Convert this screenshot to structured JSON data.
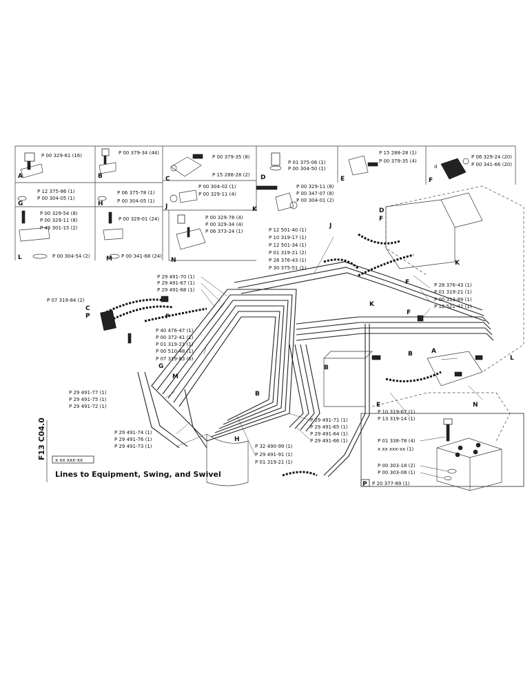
{
  "drawing": {
    "sheet_code": "F13 C04.0",
    "ref_code": "x xx xxx-xx",
    "title": "Lines to Equipment, Swing, and Swivel"
  },
  "panels": {
    "A": {
      "letter": "A",
      "parts": [
        "P 00 329-61 (16)"
      ]
    },
    "B": {
      "letter": "B",
      "parts": [
        "P 00 379-34 (44)"
      ]
    },
    "C": {
      "letter": "C",
      "parts": [
        "P 00 379-35 (8)",
        "P 15 288-28 (2)"
      ]
    },
    "D": {
      "letter": "D",
      "parts": [
        "P 01 375-06 (1)",
        "P 00 304-50 (1)"
      ]
    },
    "E": {
      "letter": "E",
      "parts": [
        "P 15 288-28 (1)",
        "P 00 379-35 (4)"
      ]
    },
    "F": {
      "letter": "F",
      "sub": "d",
      "parts": [
        "P 06 329-24 (20)",
        "P 00 341-66 (20)"
      ]
    },
    "G": {
      "letter": "G",
      "parts": [
        "P 12 375-86 (1)",
        "P 00 304-05 (1)"
      ]
    },
    "H": {
      "letter": "H",
      "parts": [
        "P 06 375-78 (1)",
        "P 00 304-05 (1)"
      ]
    },
    "J": {
      "letter": "J",
      "parts": [
        "P 00 304-02 (1)",
        "P 00 329-11 (4)"
      ]
    },
    "K": {
      "letter": "K",
      "parts": [
        "P 00 329-11 (8)",
        "P 00 347-07 (8)",
        "P 00 304-01 (2)"
      ]
    },
    "L": {
      "letter": "L",
      "parts": [
        "P 00 329-54 (8)",
        "P 00 329-11 (8)",
        "P 43 301-15 (2)",
        "P 00 304-54 (2)"
      ]
    },
    "M": {
      "letter": "M",
      "parts": [
        "P 00 329-01 (24)",
        "P 00 341-68 (24)"
      ]
    },
    "N": {
      "letter": "N",
      "parts": [
        "P 00 329-78 (4)",
        "P 00 329-34 (4)",
        "P 06 373-24 (1)"
      ]
    }
  },
  "callouts": {
    "top_center": [
      "P 12 501-40 (1)",
      "P 10 319-17 (1)",
      "P 12 501-34 (1)",
      "P 01 319-21 (2)",
      "P 28 376-43 (1)",
      "P 30 375-51 (1)"
    ],
    "mid_left": [
      "P 29 491-70 (1)",
      "P 29 491-67 (1)",
      "P 29 491-68 (1)"
    ],
    "left_hose": "P 07 319-84 (2)",
    "center_col": [
      "P 40 476-47 (1)",
      "P 00 372-41 (1)",
      "P 01 319-21 (1)",
      "P 00 510-48 (1)",
      "P 07 319-83 (6)"
    ],
    "right_col": [
      "P 28 376-43 (1)",
      "P 01 319-21 (1)",
      "P 00 313-89 (1)",
      "P 12 521-42 (1)"
    ],
    "left_bottom": [
      "P 29 491-77 (1)",
      "P 29 491-75 (1)",
      "P 29 491-72 (1)"
    ],
    "bottom_left": [
      "P 29 491-74 (1)",
      "P 29 491-76 (1)",
      "P 29 491-73 (1)"
    ],
    "bottom_mid": [
      "P 29 491-71 (1)",
      "P 29 491-65 (1)",
      "P 29 491-64 (1)",
      "P 29 491-66 (1)"
    ],
    "bottom_center": [
      "P 32 490-99 (1)",
      "P 29 491-91 (1)",
      "P 01 319-21 (1)"
    ],
    "bottom_right": [
      "P 10 319-67 (1)",
      "P 13 319-14 (1)"
    ]
  },
  "inset_P": {
    "letter": "P",
    "parts": [
      "P 01 338-78 (4)",
      "x xx xxx-xx (1)",
      "P 00 303-18 (2)",
      "P 00 303-08 (1)"
    ],
    "footer": "P 20 377-89 (1)"
  },
  "markers": [
    "A",
    "B",
    "B",
    "B",
    "C",
    "D",
    "E",
    "F",
    "F",
    "F",
    "F",
    "G",
    "H",
    "J",
    "K",
    "K",
    "L",
    "M",
    "N",
    "P"
  ]
}
